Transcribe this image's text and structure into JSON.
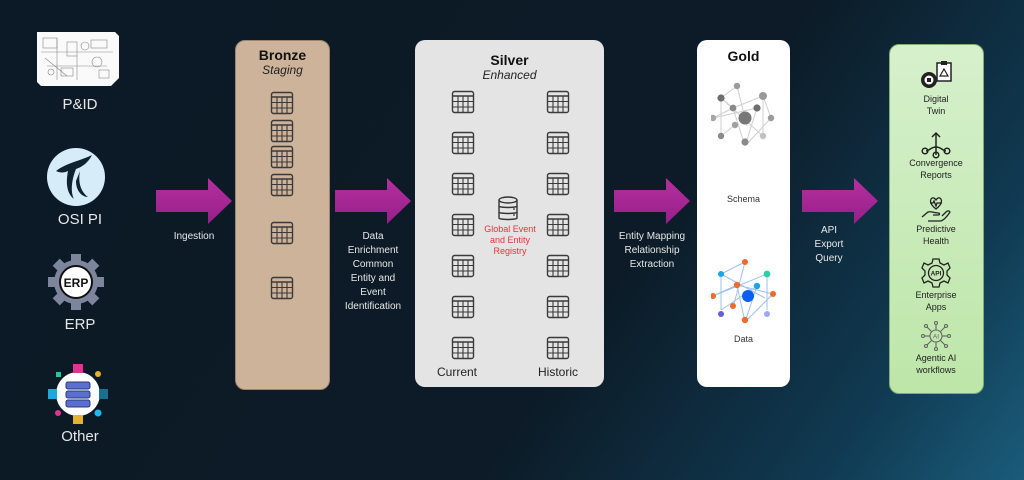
{
  "sources": [
    {
      "label": "P&ID",
      "icon": "pid-drawing-icon"
    },
    {
      "label": "OSI PI",
      "icon": "osi-pi-logo-icon"
    },
    {
      "label": "ERP",
      "icon": "erp-gear-icon"
    },
    {
      "label": "Other",
      "icon": "data-sources-hub-icon"
    }
  ],
  "arrows": [
    {
      "label_lines": [
        "Ingestion"
      ]
    },
    {
      "label_lines": [
        "Data",
        "Enrichment",
        "Common",
        "Entity and",
        "Event",
        "Identification"
      ]
    },
    {
      "label_lines": [
        "Entity Mapping",
        "Relationship",
        "Extraction"
      ]
    },
    {
      "label_lines": [
        "API",
        "Export",
        "Query"
      ]
    }
  ],
  "bronze": {
    "title": "Bronze",
    "subtitle": "Staging",
    "table_count": 6
  },
  "silver": {
    "title": "Silver",
    "subtitle": "Enhanced",
    "registry_lines": [
      "Global Event",
      "and Entity",
      "Registry"
    ],
    "left_label": "Current",
    "right_label": "Historic",
    "rows": 7
  },
  "gold": {
    "title": "Gold",
    "schema_label": "Schema",
    "data_label": "Data"
  },
  "outputs": [
    {
      "lines": [
        "Digital",
        "Twin"
      ],
      "icon": "digital-twin-icon"
    },
    {
      "lines": [
        "Convergence",
        "Reports"
      ],
      "icon": "convergence-icon"
    },
    {
      "lines": [
        "Predictive",
        "Health"
      ],
      "icon": "health-hand-icon"
    },
    {
      "lines": [
        "Enterprise",
        "Apps"
      ],
      "icon": "api-gear-icon"
    },
    {
      "lines": [
        "Agentic AI",
        "workflows"
      ],
      "icon": "ai-network-icon"
    }
  ],
  "colors": {
    "arrow": "#a8259a",
    "bronze": "#cdb39a",
    "silver": "#e4e4e4",
    "gold": "#ffffff",
    "outputs": "#c8ecbc",
    "registry_text": "#e8323a"
  }
}
